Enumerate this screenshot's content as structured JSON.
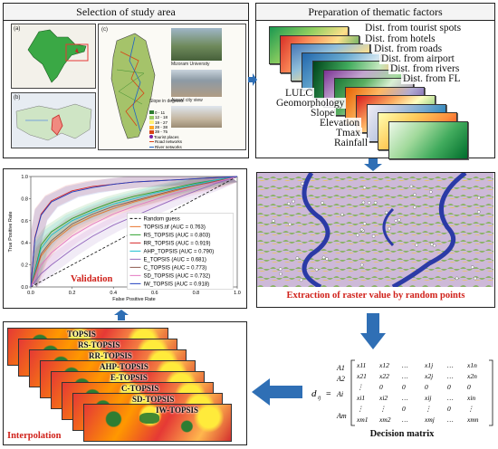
{
  "panels": {
    "study_area": "Selection of study area",
    "thematic": "Preparation of thematic factors",
    "extraction": "Extraction of raster value by random points",
    "validation": "Validation",
    "interpolation": "Interpolation",
    "decision_matrix": "Decision matrix"
  },
  "study_maps": {
    "label_a": "(a)",
    "label_b": "(b)",
    "label_c": "(c)",
    "photo1": "Mizoram University",
    "photo2": "Aizawl city view",
    "slope_legend_title": "Slope in degrees",
    "slope_classes": [
      "0 - 11",
      "12 - 18",
      "19 - 27",
      "28 - 38",
      "39 - 75"
    ],
    "legend_items": [
      "Tourist places",
      "Road networks",
      "River networks"
    ],
    "slope_colors": [
      "#2e7d32",
      "#9ccc65",
      "#fff176",
      "#ffa726",
      "#d84315"
    ]
  },
  "thematic_layers": [
    "Dist. from tourist spots",
    "Dist. from hotels",
    "Dist. from roads",
    "Dist. from airport",
    "Dist. from rivers",
    "Dist. from FL",
    "LULC",
    "Geomorphology",
    "Slope",
    "Elevation",
    "Tmax",
    "Rainfall"
  ],
  "interpolation_layers": [
    "TOPSIS",
    "RS-TOPSIS",
    "RR-TOPSIS",
    "AHP-TOPSIS",
    "E-TOPSIS",
    "C-TOPSIS",
    "SD-TOPSIS",
    "IW-TOPSIS"
  ],
  "matrix": {
    "lhs": "d",
    "lhs_sub": "ij",
    "rows": [
      "A1",
      "A2",
      "Ai",
      "Am"
    ],
    "cells": [
      [
        "x11",
        "x12",
        "…",
        "x1j",
        "…",
        "x1n"
      ],
      [
        "x21",
        "x22",
        "…",
        "x2j",
        "…",
        "x2n"
      ],
      [
        "⋮",
        "0",
        "0",
        "0",
        "0",
        "0"
      ],
      [
        "xi1",
        "xi2",
        "…",
        "xij",
        "…",
        "xin"
      ],
      [
        "⋮",
        "⋮",
        "0",
        "⋮",
        "0",
        "⋮"
      ],
      [
        "xm1",
        "xm2",
        "…",
        "xmj",
        "…",
        "xmn"
      ]
    ]
  },
  "chart_data": {
    "type": "line",
    "xlabel": "False Positive Rate",
    "ylabel": "True Positive Rate",
    "xlim": [
      0,
      1.0
    ],
    "ylim": [
      0,
      1.0
    ],
    "xticks": [
      "0.0",
      "0.2",
      "0.4",
      "0.6",
      "0.8",
      "1.0"
    ],
    "yticks": [
      "0.0",
      "0.2",
      "0.4",
      "0.6",
      "0.8",
      "1.0"
    ],
    "legend_position": "lower-right",
    "reference": {
      "name": "Random guess",
      "x": [
        0,
        1
      ],
      "y": [
        0,
        1
      ]
    },
    "series": [
      {
        "name": "TOPSIS.tif (AUC = 0.763)",
        "color": "#e8732a",
        "x": [
          0,
          0.05,
          0.1,
          0.2,
          0.3,
          0.4,
          0.5,
          0.6,
          0.7,
          0.8,
          0.9,
          1.0
        ],
        "y": [
          0,
          0.28,
          0.4,
          0.55,
          0.64,
          0.71,
          0.77,
          0.82,
          0.87,
          0.92,
          0.96,
          1.0
        ]
      },
      {
        "name": "RS_TOPSIS (AUC = 0.803)",
        "color": "#2ca02c",
        "x": [
          0,
          0.05,
          0.1,
          0.2,
          0.3,
          0.4,
          0.5,
          0.6,
          0.7,
          0.8,
          0.9,
          1.0
        ],
        "y": [
          0,
          0.38,
          0.5,
          0.62,
          0.7,
          0.77,
          0.82,
          0.86,
          0.9,
          0.94,
          0.97,
          1.0
        ]
      },
      {
        "name": "RR_TOPSIS (AUC = 0.919)",
        "color": "#d62728",
        "x": [
          0,
          0.02,
          0.05,
          0.1,
          0.2,
          0.3,
          0.4,
          0.5,
          0.6,
          0.7,
          0.8,
          0.9,
          1.0
        ],
        "y": [
          0,
          0.45,
          0.66,
          0.78,
          0.87,
          0.91,
          0.93,
          0.95,
          0.96,
          0.97,
          0.98,
          0.99,
          1.0
        ]
      },
      {
        "name": "AHP_TOPSIS (AUC = 0.790)",
        "color": "#17becf",
        "x": [
          0,
          0.05,
          0.1,
          0.2,
          0.3,
          0.4,
          0.5,
          0.6,
          0.7,
          0.8,
          0.9,
          1.0
        ],
        "y": [
          0,
          0.35,
          0.47,
          0.6,
          0.68,
          0.75,
          0.8,
          0.85,
          0.89,
          0.93,
          0.97,
          1.0
        ]
      },
      {
        "name": "E_TOPSIS (AUC = 0.681)",
        "color": "#9467bd",
        "x": [
          0,
          0.05,
          0.1,
          0.2,
          0.3,
          0.4,
          0.5,
          0.6,
          0.7,
          0.8,
          0.9,
          1.0
        ],
        "y": [
          0,
          0.12,
          0.2,
          0.34,
          0.46,
          0.56,
          0.64,
          0.72,
          0.8,
          0.87,
          0.94,
          1.0
        ]
      },
      {
        "name": "C_TOPSIS (AUC = 0.773)",
        "color": "#8c564b",
        "x": [
          0,
          0.05,
          0.1,
          0.2,
          0.3,
          0.4,
          0.5,
          0.6,
          0.7,
          0.8,
          0.9,
          1.0
        ],
        "y": [
          0,
          0.3,
          0.42,
          0.57,
          0.66,
          0.73,
          0.78,
          0.83,
          0.88,
          0.92,
          0.96,
          1.0
        ]
      },
      {
        "name": "SD_TOPSIS (AUC = 0.732)",
        "color": "#e377c2",
        "x": [
          0,
          0.05,
          0.1,
          0.2,
          0.3,
          0.4,
          0.5,
          0.6,
          0.7,
          0.8,
          0.9,
          1.0
        ],
        "y": [
          0,
          0.2,
          0.31,
          0.46,
          0.57,
          0.66,
          0.73,
          0.79,
          0.85,
          0.9,
          0.95,
          1.0
        ]
      },
      {
        "name": "IW_TOPSIS (AUC = 0.918)",
        "color": "#1f3fbf",
        "x": [
          0,
          0.02,
          0.05,
          0.1,
          0.2,
          0.3,
          0.4,
          0.5,
          0.6,
          0.7,
          0.8,
          0.9,
          1.0
        ],
        "y": [
          0,
          0.44,
          0.65,
          0.77,
          0.86,
          0.9,
          0.93,
          0.95,
          0.96,
          0.97,
          0.98,
          0.99,
          1.0
        ]
      }
    ]
  }
}
